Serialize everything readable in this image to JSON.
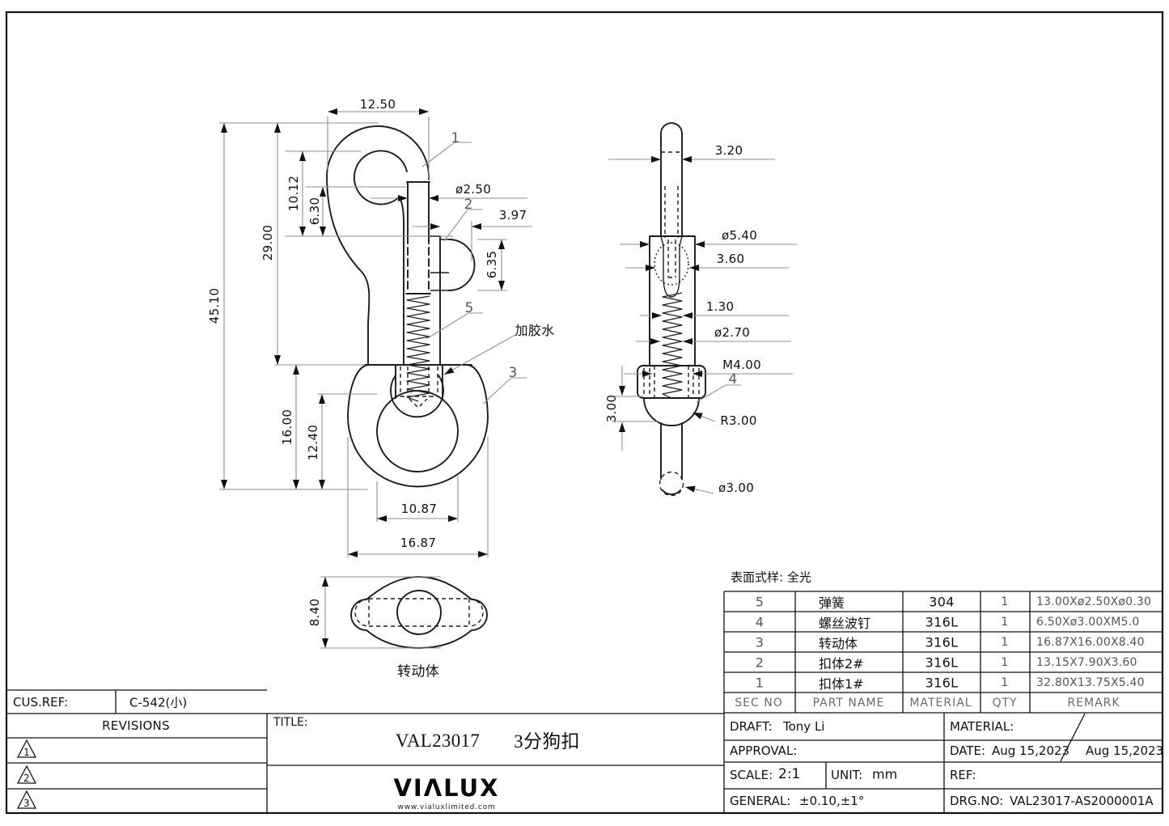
{
  "sheet": {
    "surface_note": "表面式样: 全光"
  },
  "views": {
    "front": {
      "dims": {
        "top_width": "12.50",
        "inner_depth": "10.12",
        "throat_depth": "6.30",
        "body_height": "29.00",
        "overall_height": "45.10",
        "rod_dia": "ø2.50",
        "gate_width": "3.97",
        "knob_height": "6.35",
        "swivel_height": "16.00",
        "swivel_inner_height": "12.40",
        "swivel_inner_width": "10.87",
        "swivel_width": "16.87"
      },
      "callouts": {
        "part1": "1",
        "part2": "2",
        "part5": "5",
        "part3": "3",
        "glue_note": "加胶水"
      }
    },
    "side": {
      "dims": {
        "rod_width": "3.20",
        "body_dia": "ø5.40",
        "slot_width": "3.60",
        "spring_wire": "1.30",
        "spring_dia": "ø2.70",
        "thread": "M4.00",
        "head_height": "3.00",
        "head_radius": "R3.00",
        "pin_dia": "ø3.00"
      },
      "callouts": {
        "part4": "4"
      }
    },
    "bottom": {
      "dims": {
        "height": "8.40"
      },
      "label": "转动体"
    }
  },
  "bom": {
    "headers": {
      "sec": "SEC NO",
      "part": "PART NAME",
      "material": "MATERIAL",
      "qty": "QTY",
      "remark": "REMARK"
    },
    "rows": [
      {
        "sec": "5",
        "part": "弹簧",
        "material": "304",
        "qty": "1",
        "remark": "13.00Xø2.50Xø0.30"
      },
      {
        "sec": "4",
        "part": "螺丝波钉",
        "material": "316L",
        "qty": "1",
        "remark": "6.50Xø3.00XM5.0"
      },
      {
        "sec": "3",
        "part": "转动体",
        "material": "316L",
        "qty": "1",
        "remark": "16.87X16.00X8.40"
      },
      {
        "sec": "2",
        "part": "扣体2#",
        "material": "316L",
        "qty": "1",
        "remark": "13.15X7.90X3.60"
      },
      {
        "sec": "1",
        "part": "扣体1#",
        "material": "316L",
        "qty": "1",
        "remark": "32.80X13.75X5.40"
      }
    ]
  },
  "title_block": {
    "cus_ref_label": "CUS.REF:",
    "cus_ref_value": "C-542(小)",
    "revisions_label": "REVISIONS",
    "rev_markers": [
      "1",
      "2",
      "3"
    ],
    "title_label": "TITLE:",
    "title_code": "VAL23017",
    "title_name": "3分狗扣",
    "draft_label": "DRAFT:",
    "draft_value": "Tony Li",
    "approval_label": "APPROVAL:",
    "material_label": "MATERIAL:",
    "date_label": "DATE:",
    "date_value_1": "Aug 15,2023",
    "date_value_2": "Aug 15,2023",
    "scale_label": "SCALE:",
    "scale_value": "2:1",
    "unit_label": "UNIT:",
    "unit_value": "mm",
    "ref_label": "REF:",
    "general_label": "GENERAL:",
    "general_value": "±0.10,±1°",
    "drg_no_label": "DRG.NO:",
    "drg_no_value": "VAL23017-AS2000001A"
  },
  "logo": {
    "wordmark": "VIΛLUX",
    "website": "www.vialuxlimited.com"
  }
}
